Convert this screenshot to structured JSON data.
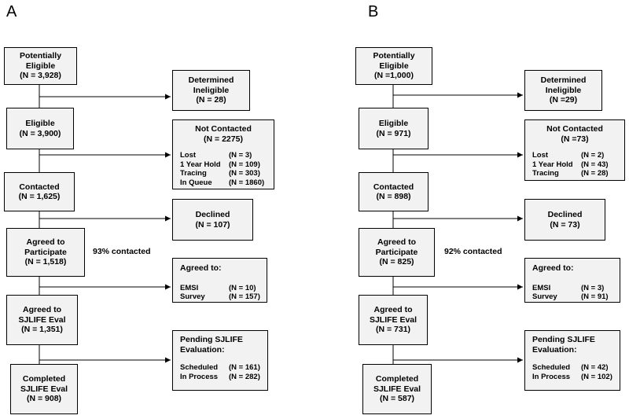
{
  "panels": [
    {
      "letter": "A",
      "potentially_eligible": {
        "label_1": "Potentially",
        "label_2": "Eligible",
        "count": "(N = 3,928)"
      },
      "determined_ineligible": {
        "label_1": "Determined",
        "label_2": "Ineligible",
        "count": "(N = 28)"
      },
      "eligible": {
        "label": "Eligible",
        "count": "(N = 3,900)"
      },
      "not_contacted": {
        "title": "Not Contacted",
        "count": "(N = 2275)",
        "rows": [
          {
            "label": "Lost",
            "value": "(N = 3)"
          },
          {
            "label": "1 Year Hold",
            "value": "(N = 109)"
          },
          {
            "label": "Tracing",
            "value": "(N = 303)"
          },
          {
            "label": "In Queue",
            "value": "(N = 1860)"
          }
        ]
      },
      "contacted": {
        "label": "Contacted",
        "count": "(N = 1,625)"
      },
      "declined": {
        "label": "Declined",
        "count": "(N = 107)"
      },
      "agreed_participate": {
        "label_1": "Agreed to",
        "label_2": "Participate",
        "count": "(N = 1,518)"
      },
      "pct_contacted": "93% contacted",
      "agreed_to": {
        "title": "Agreed to:",
        "rows": [
          {
            "label": "EMSI",
            "value": "(N = 10)"
          },
          {
            "label": "Survey",
            "value": "(N = 157)"
          }
        ]
      },
      "agreed_sjlife": {
        "label_1": "Agreed to",
        "label_2": "SJLIFE Eval",
        "count": "(N = 1,351)"
      },
      "pending": {
        "title_1": "Pending SJLIFE",
        "title_2": "Evaluation:",
        "rows": [
          {
            "label": "Scheduled",
            "value": "(N = 161)"
          },
          {
            "label": "In Process",
            "value": "(N = 282)"
          }
        ]
      },
      "completed": {
        "label_1": "Completed",
        "label_2": "SJLIFE Eval",
        "count": "(N = 908)"
      }
    },
    {
      "letter": "B",
      "potentially_eligible": {
        "label_1": "Potentially",
        "label_2": "Eligible",
        "count": "(N =1,000)"
      },
      "determined_ineligible": {
        "label_1": "Determined",
        "label_2": "Ineligible",
        "count": "(N =29)"
      },
      "eligible": {
        "label": "Eligible",
        "count": "(N = 971)"
      },
      "not_contacted": {
        "title": "Not Contacted",
        "count": "(N =73)",
        "rows": [
          {
            "label": "Lost",
            "value": "(N = 2)"
          },
          {
            "label": "1 Year Hold",
            "value": "(N = 43)"
          },
          {
            "label": "Tracing",
            "value": "(N = 28)"
          }
        ]
      },
      "contacted": {
        "label": "Contacted",
        "count": "(N = 898)"
      },
      "declined": {
        "label": "Declined",
        "count": "(N = 73)"
      },
      "agreed_participate": {
        "label_1": "Agreed to",
        "label_2": "Participate",
        "count": "(N = 825)"
      },
      "pct_contacted": "92% contacted",
      "agreed_to": {
        "title": "Agreed to:",
        "rows": [
          {
            "label": "EMSI",
            "value": "(N = 3)"
          },
          {
            "label": "Survey",
            "value": "(N = 91)"
          }
        ]
      },
      "agreed_sjlife": {
        "label_1": "Agreed to",
        "label_2": "SJLIFE Eval",
        "count": "(N = 731)"
      },
      "pending": {
        "title_1": "Pending SJLIFE",
        "title_2": "Evaluation:",
        "rows": [
          {
            "label": "Scheduled",
            "value": "(N = 42)"
          },
          {
            "label": "In Process",
            "value": "(N = 102)"
          }
        ]
      },
      "completed": {
        "label_1": "Completed",
        "label_2": "SJLIFE Eval",
        "count": "(N = 587)"
      }
    }
  ]
}
